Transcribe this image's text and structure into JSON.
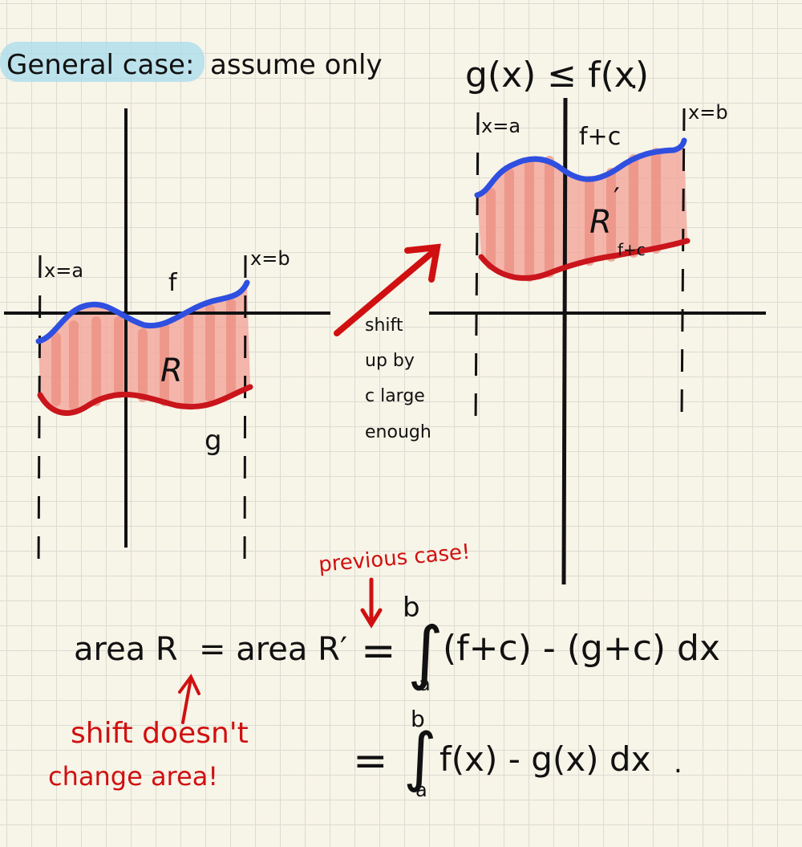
{
  "heading": {
    "label": "General case:",
    "rest": "assume only",
    "condition": "g(x) ≤ f(x)",
    "period": "."
  },
  "left_graph": {
    "left_bound": "x=a",
    "right_bound": "x=b",
    "top_curve": "f",
    "bottom_curve": "g",
    "region": "R",
    "colors": {
      "top": "#2f4fe0",
      "bottom": "#c9151b",
      "fill": "#f2a59a"
    }
  },
  "shift_note": [
    "shift",
    "up by",
    "c large",
    "enough"
  ],
  "right_graph": {
    "left_bound": "x=a",
    "right_bound": "x=b",
    "top_curve": "f+c",
    "region": "R",
    "region_prime": "′",
    "region_sub": "f+c"
  },
  "previous_case_note": "previous case!",
  "equation1": {
    "lhs": "area R",
    "mid": "= area R′",
    "eq": "=",
    "lower": "a",
    "upper": "b",
    "integrand": "(f+c) - (g+c) dx"
  },
  "equation2": {
    "eq": "=",
    "lower": "a",
    "upper": "b",
    "integrand": "f(x) - g(x) dx",
    "period": "."
  },
  "side_note": [
    "shift doesn't",
    "change area!"
  ],
  "colors": {
    "ink": "#111111",
    "red": "#d01010",
    "blue": "#2f4fe0",
    "highlight": "#a8dced"
  }
}
